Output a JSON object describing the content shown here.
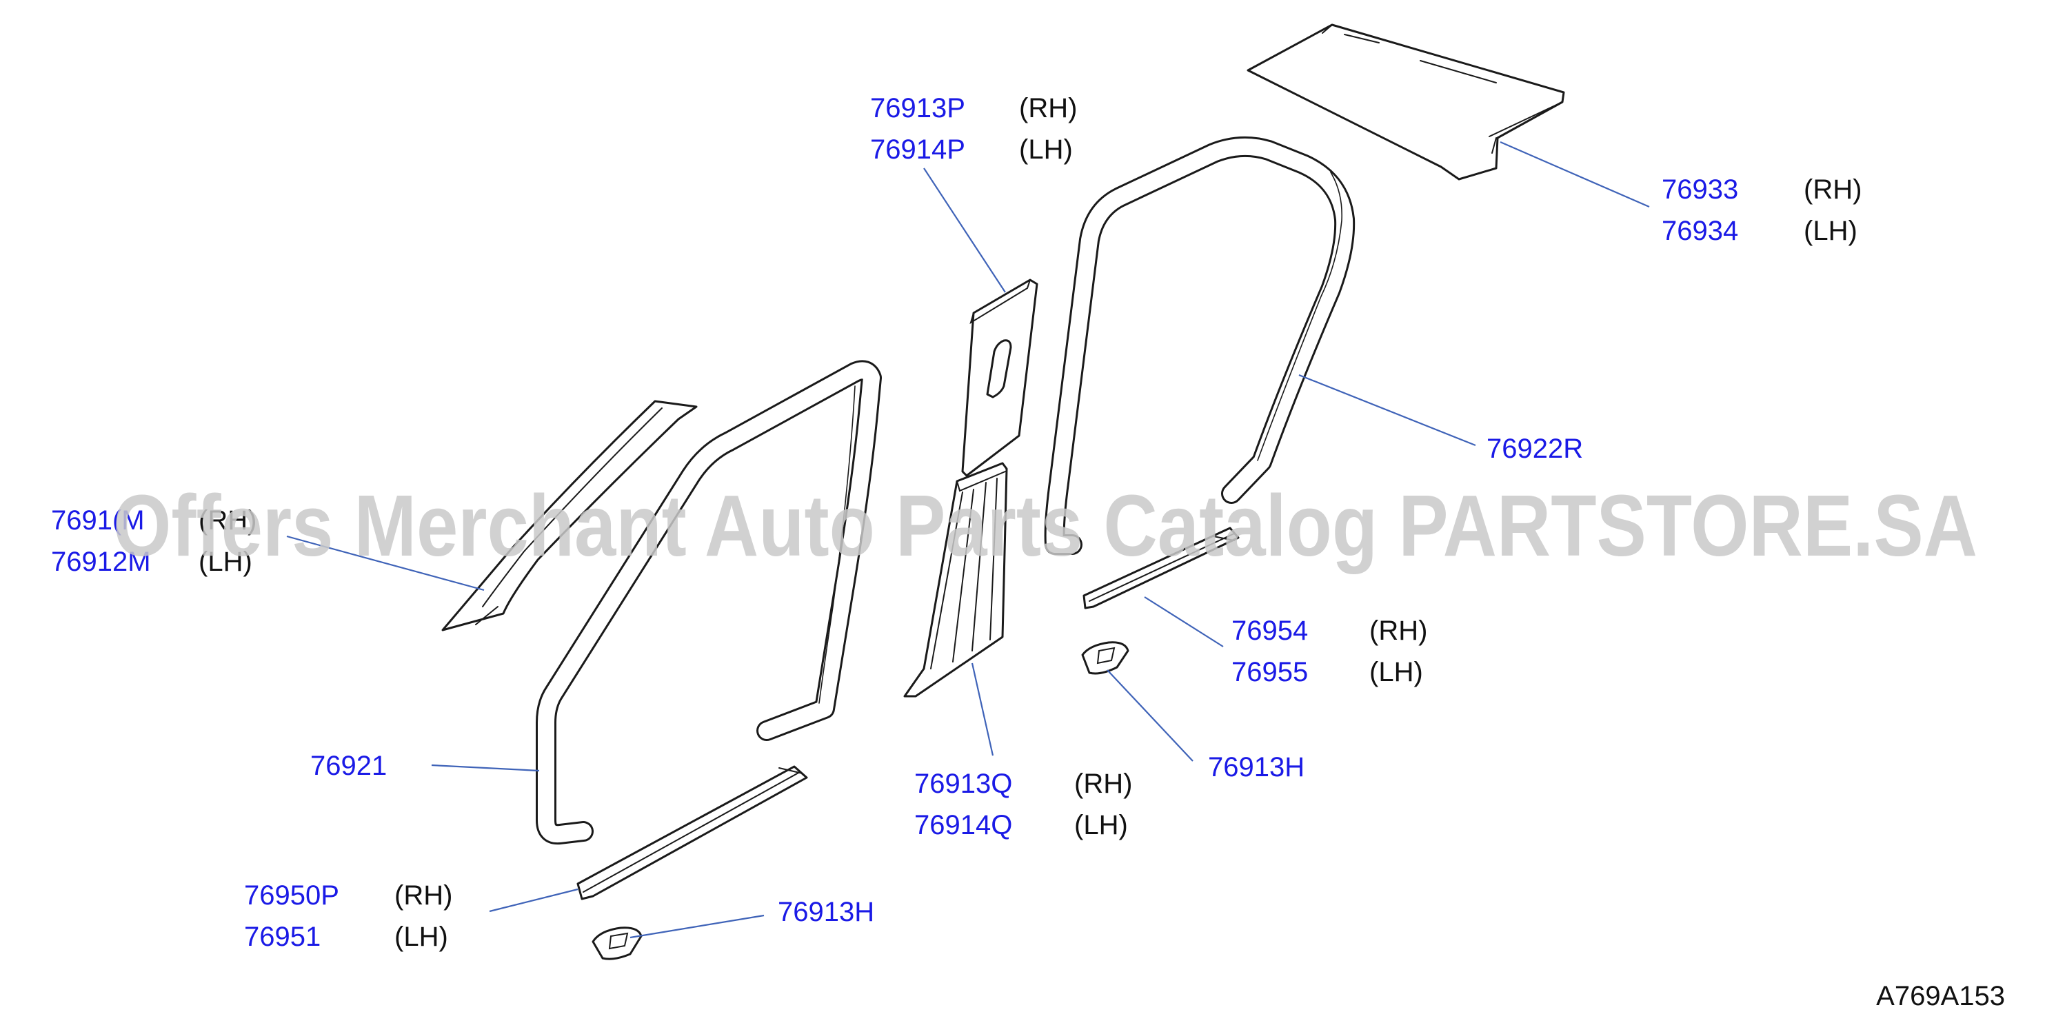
{
  "callouts": {
    "pillar_upper_center": {
      "part_rh": "76913P",
      "side_rh": "(RH)",
      "part_lh": "76914P",
      "side_lh": "(LH)"
    },
    "roof_rail": {
      "part_rh": "76933",
      "side_rh": "(RH)",
      "part_lh": "76934",
      "side_lh": "(LH)"
    },
    "rear_door_weatherstrip": {
      "part": "76922R"
    },
    "front_pillar": {
      "part_rh": "7691(M",
      "side_rh": "(RH)",
      "part_lh": "76912M",
      "side_lh": "(LH)"
    },
    "rear_kicking_plate": {
      "part_rh": "76954",
      "side_rh": "(RH)",
      "part_lh": "76955",
      "side_lh": "(LH)"
    },
    "front_door_weatherstrip": {
      "part": "76921"
    },
    "clip_rear": {
      "part": "76913H"
    },
    "pillar_lower_center": {
      "part_rh": "76913Q",
      "side_rh": "(RH)",
      "part_lh": "76914Q",
      "side_lh": "(LH)"
    },
    "front_kicking_plate": {
      "part_rh": "76950P",
      "side_rh": "(RH)",
      "part_lh": "76951",
      "side_lh": "(LH)"
    },
    "clip_front": {
      "part": "76913H"
    }
  },
  "watermark": "Offers Merchant Auto Parts Catalog PARTSTORE.SA",
  "diagram_ref": "A769A153",
  "colors": {
    "part_number": "#1a1ae6",
    "leader_line": "#3f63b8",
    "outline": "#1a1a1a",
    "watermark": "#c9c9c9"
  }
}
